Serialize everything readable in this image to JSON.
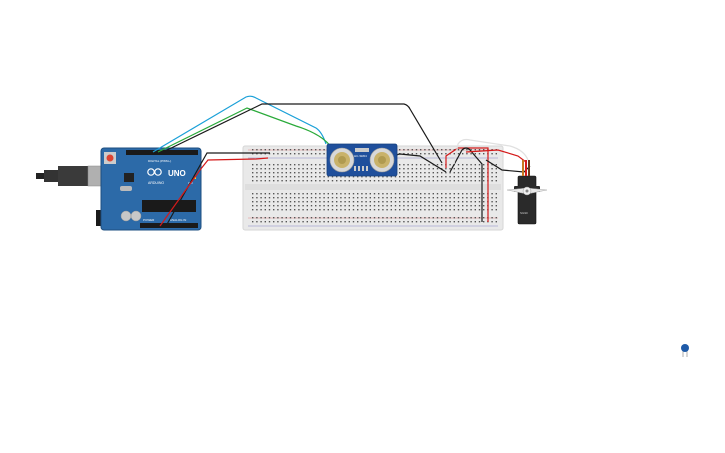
{
  "arduino": {
    "model_label": "UNO",
    "brand_label": "ARDUINO",
    "digital_label": "DIGITAL (PWM~)",
    "analog_label": "ANALOG IN",
    "power_label": "POWER",
    "on_label": "ON"
  },
  "sensor": {
    "model_label": "HC-SR04"
  },
  "servo": {
    "model_label": "SG90"
  },
  "colors": {
    "background": "#ffffff",
    "board_blue": "#2c6aa8",
    "breadboard": "#e8e8e8",
    "sensor_blue": "#1f4f9c",
    "wire_blue": "#1aa0d8",
    "wire_green": "#2aaa3a",
    "wire_black": "#1a1a1a",
    "wire_red": "#d41a1a",
    "wire_white": "#e0e0e0",
    "servo_body": "#2a2a2a",
    "capacitor": "#1e5aa8"
  },
  "icons": {
    "usb": "usb-connector-icon",
    "barrel": "barrel-jack-icon",
    "ultrasonic_eye": "transducer-icon",
    "servo_horn": "servo-horn-icon",
    "capacitor": "ceramic-capacitor-icon"
  }
}
